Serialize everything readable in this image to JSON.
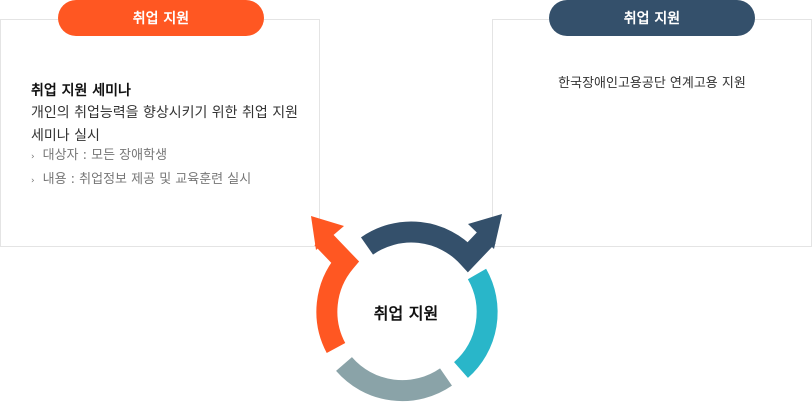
{
  "left": {
    "badge": "취업 지원",
    "title": "취업 지원 세미나",
    "description": "개인의 취업능력을 향상시키기 위한 취업 지원 세미나 실시",
    "items": [
      "대상자 : 모든 장애학생",
      "내용 : 취업정보 제공 및 교육훈련 실시"
    ]
  },
  "right": {
    "badge": "취업 지원",
    "text": "한국장애인고용공단 연계고용 지원"
  },
  "center": {
    "label": "취업 지원"
  },
  "colors": {
    "orange": "#ff5722",
    "navy": "#34506b",
    "teal": "#29b6c9",
    "gray": "#8aa3a8"
  }
}
